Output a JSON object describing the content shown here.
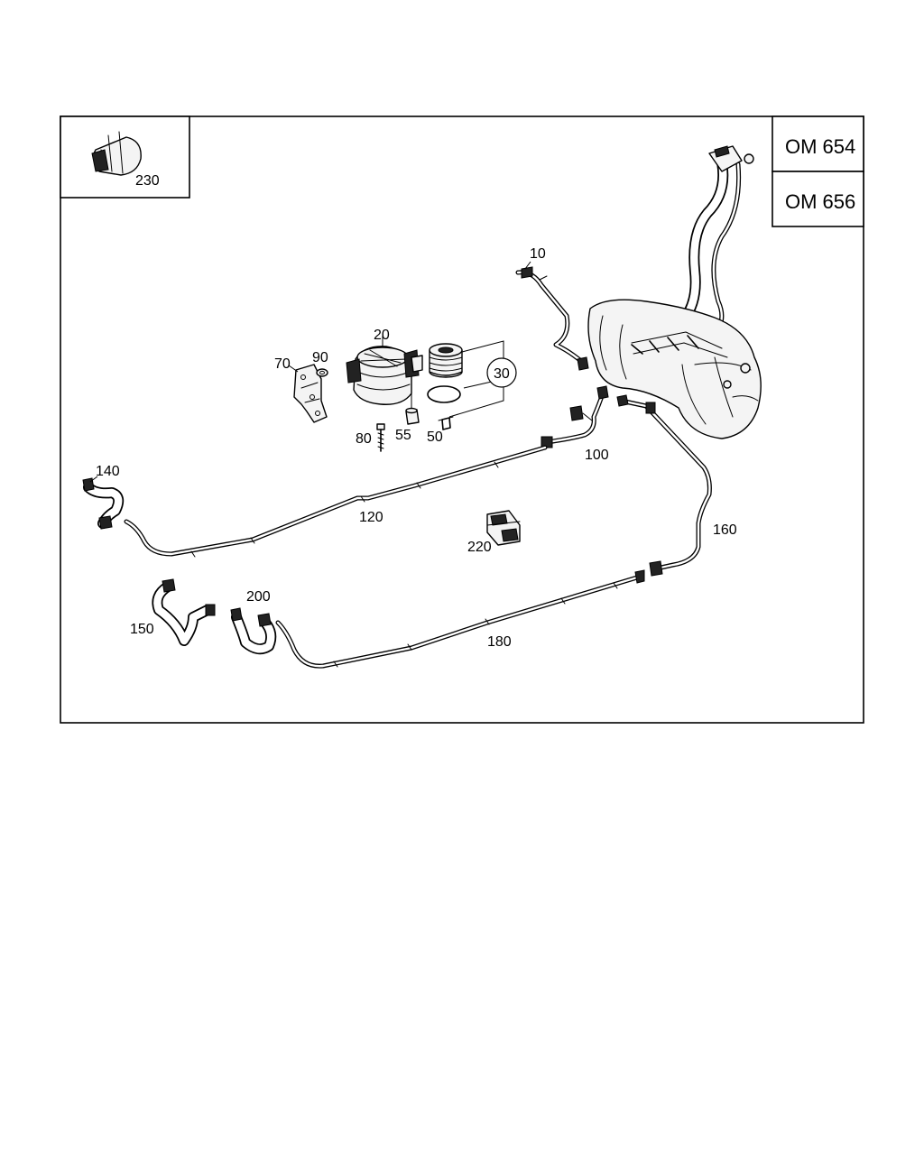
{
  "engine_boxes": [
    "OM 654",
    "OM 656"
  ],
  "inset": {
    "label": "230"
  },
  "parts": {
    "p10": "10",
    "p20": "20",
    "p30": "30",
    "p50": "50",
    "p55": "55",
    "p70": "70",
    "p80": "80",
    "p90": "90",
    "p100": "100",
    "p120": "120",
    "p140": "140",
    "p150": "150",
    "p160": "160",
    "p180": "180",
    "p200": "200",
    "p220": "220"
  }
}
